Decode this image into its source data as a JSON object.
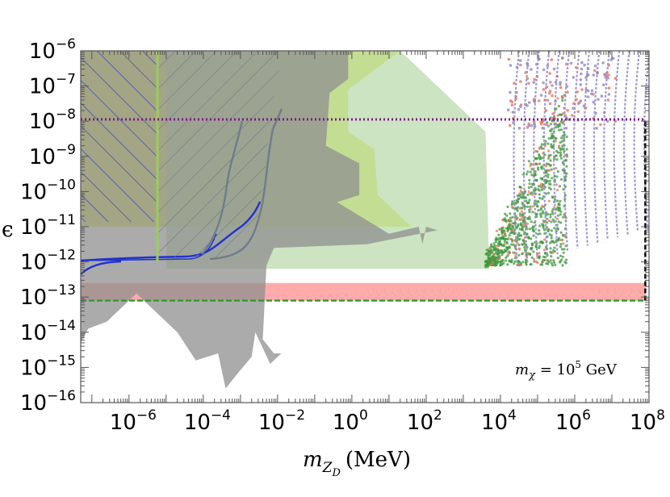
{
  "chart_data": {
    "type": "area",
    "title": "",
    "xlabel": {
      "prefix": "m",
      "sub": "Z",
      "subsub": "D",
      "unit": "(MeV)"
    },
    "ylabel": "ϵ",
    "x_scale": "log",
    "y_scale": "log",
    "xlim_log10": [
      -7.3,
      8
    ],
    "ylim_log10": [
      -16,
      -6
    ],
    "x_ticks": [
      {
        "base": "10",
        "exp": "−6",
        "log10": -6
      },
      {
        "base": "10",
        "exp": "−4",
        "log10": -4
      },
      {
        "base": "10",
        "exp": "−2",
        "log10": -2
      },
      {
        "base": "10",
        "exp": "0",
        "log10": 0
      },
      {
        "base": "10",
        "exp": "2",
        "log10": 2
      },
      {
        "base": "10",
        "exp": "4",
        "log10": 4
      },
      {
        "base": "10",
        "exp": "6",
        "log10": 6
      },
      {
        "base": "10",
        "exp": "8",
        "log10": 8
      }
    ],
    "y_ticks": [
      {
        "base": "10",
        "exp": "−16",
        "log10": -16
      },
      {
        "base": "10",
        "exp": "−15",
        "log10": -15
      },
      {
        "base": "10",
        "exp": "−14",
        "log10": -14
      },
      {
        "base": "10",
        "exp": "−13",
        "log10": -13
      },
      {
        "base": "10",
        "exp": "−12",
        "log10": -12
      },
      {
        "base": "10",
        "exp": "−11",
        "log10": -11
      },
      {
        "base": "10",
        "exp": "−10",
        "log10": -10
      },
      {
        "base": "10",
        "exp": "−9",
        "log10": -9
      },
      {
        "base": "10",
        "exp": "−8",
        "log10": -8
      },
      {
        "base": "10",
        "exp": "−7",
        "log10": -7
      },
      {
        "base": "10",
        "exp": "−6",
        "log10": -6
      }
    ],
    "annotation": {
      "prefix": "m",
      "sub": "χ",
      "mid": " = 10",
      "exp": "5",
      "suffix": " GeV"
    },
    "colors": {
      "yellow": "#d9e24a",
      "light_green": "#b7d9a6",
      "gray": "#8f8f8f",
      "pink": "#ff8f8f",
      "blue": "#2233cc",
      "hatch_gray": "#6f7c8a",
      "purple_line": "#7a1a8a",
      "green_dash": "#2e9a2e",
      "black_dash": "#000000",
      "scatter_green": "#3d9a3d",
      "scatter_purple": "#8f88c6",
      "scatter_red": "#e8765a"
    },
    "regions": [
      {
        "name": "yellow",
        "points": [
          [
            -7.3,
            -6
          ],
          [
            1.3,
            -6
          ],
          [
            -0.1,
            -7.1
          ],
          [
            -0.1,
            -8.3
          ],
          [
            0.6,
            -8.8
          ],
          [
            0.7,
            -10.1
          ],
          [
            1.6,
            -11.0
          ],
          [
            -7.3,
            -11.0
          ]
        ]
      },
      {
        "name": "light_green",
        "points": [
          [
            -5.0,
            -6
          ],
          [
            1.3,
            -6
          ],
          [
            3.6,
            -8.3
          ],
          [
            3.7,
            -12.2
          ],
          [
            -5.0,
            -12.2
          ]
        ]
      },
      {
        "name": "pink",
        "points": [
          [
            -7.3,
            -12.6
          ],
          [
            7.9,
            -12.6
          ],
          [
            7.9,
            -13.1
          ],
          [
            -7.3,
            -13.1
          ]
        ]
      },
      {
        "name": "gray",
        "points": [
          [
            -7.3,
            -6
          ],
          [
            -0.1,
            -6
          ],
          [
            -0.1,
            -6.8
          ],
          [
            -0.6,
            -7.2
          ],
          [
            -0.7,
            -8.7
          ],
          [
            0.2,
            -9.2
          ],
          [
            0.2,
            -10.1
          ],
          [
            -0.4,
            -10.3
          ],
          [
            1.0,
            -11.2
          ],
          [
            1.8,
            -11.0
          ],
          [
            1.9,
            -11.5
          ],
          [
            2.0,
            -11.0
          ],
          [
            2.3,
            -11.1
          ],
          [
            0.4,
            -11.5
          ],
          [
            -2.1,
            -11.6
          ],
          [
            -2.3,
            -12.1
          ],
          [
            -2.4,
            -14.2
          ],
          [
            -2.1,
            -14.6
          ],
          [
            -1.9,
            -14.6
          ],
          [
            -2.2,
            -14.9
          ],
          [
            -2.6,
            -14.0
          ],
          [
            -2.7,
            -14.7
          ],
          [
            -3.1,
            -15.2
          ],
          [
            -3.4,
            -15.6
          ],
          [
            -3.6,
            -14.6
          ],
          [
            -4.2,
            -14.8
          ],
          [
            -4.7,
            -14.0
          ],
          [
            -5.2,
            -13.5
          ],
          [
            -5.8,
            -12.9
          ],
          [
            -6.6,
            -13.7
          ],
          [
            -7.1,
            -13.9
          ],
          [
            -7.3,
            -14.3
          ]
        ]
      }
    ],
    "lines": [
      {
        "name": "purple_dotted",
        "y_log10": -7.95,
        "x_range": [
          -7.3,
          7.9
        ]
      },
      {
        "name": "green_dashed",
        "y_log10": -13.1,
        "x_range": [
          -7.3,
          7.9
        ]
      },
      {
        "name": "black_dashed_vertical",
        "x_log10": 7.9,
        "y_range": [
          -13.1,
          -7.95
        ]
      }
    ]
  }
}
